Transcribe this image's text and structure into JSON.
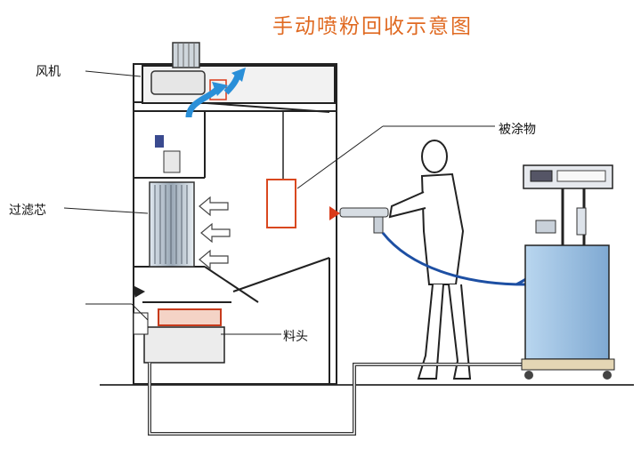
{
  "title": "手动喷粉回收示意图",
  "labels": {
    "fan": "风机",
    "filter": "过滤芯",
    "workpiece": "被涂物",
    "material_head": "料头"
  },
  "colors": {
    "title": "#e06a22",
    "outline": "#222222",
    "hose": "#1d4fa3",
    "arrow": "#2a8fd8",
    "powder": "#d93b1a",
    "cabinet": "#9cc3e6",
    "workpiece_box": "#d9481f"
  },
  "icons": [
    "fan-icon",
    "filter-cartridge-icon",
    "airflow-arrow-icon",
    "spray-gun-icon",
    "operator-figure",
    "powder-control-unit"
  ]
}
